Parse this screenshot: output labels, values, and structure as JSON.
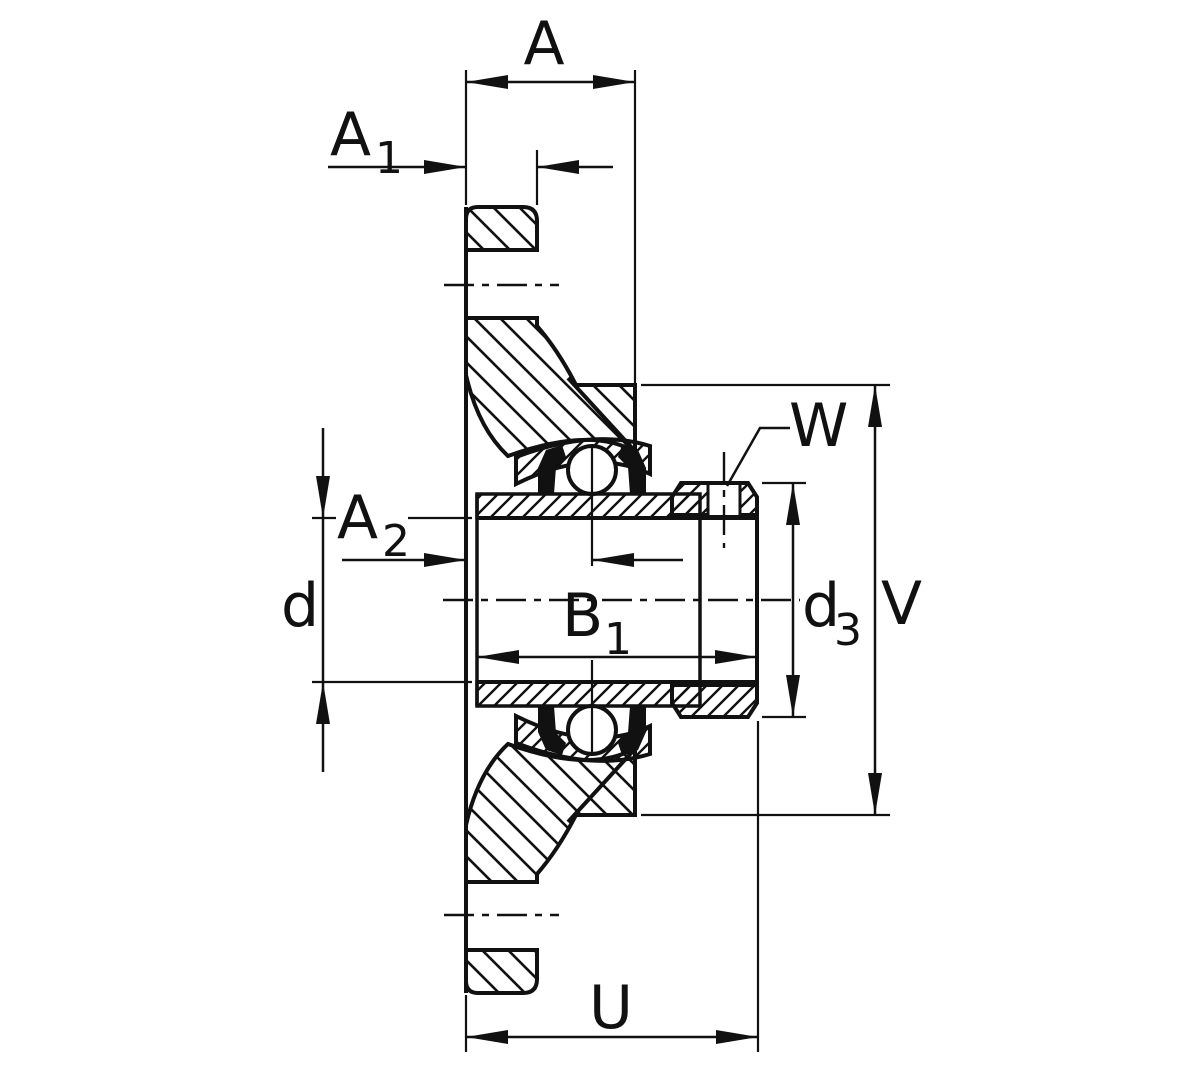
{
  "diagram": {
    "kind": "engineering-section-drawing",
    "subject": "flanged-bearing-unit-cross-section",
    "colors": {
      "line": "#111111",
      "background": "#ffffff"
    },
    "dims": {
      "A": {
        "main": "A",
        "sub": ""
      },
      "A1": {
        "main": "A",
        "sub": "1"
      },
      "A2": {
        "main": "A",
        "sub": "2"
      },
      "B1": {
        "main": "B",
        "sub": "1"
      },
      "d": {
        "main": "d",
        "sub": ""
      },
      "d3": {
        "main": "d",
        "sub": "3"
      },
      "V": {
        "main": "V",
        "sub": ""
      },
      "W": {
        "main": "W",
        "sub": ""
      },
      "U": {
        "main": "U",
        "sub": ""
      }
    }
  }
}
